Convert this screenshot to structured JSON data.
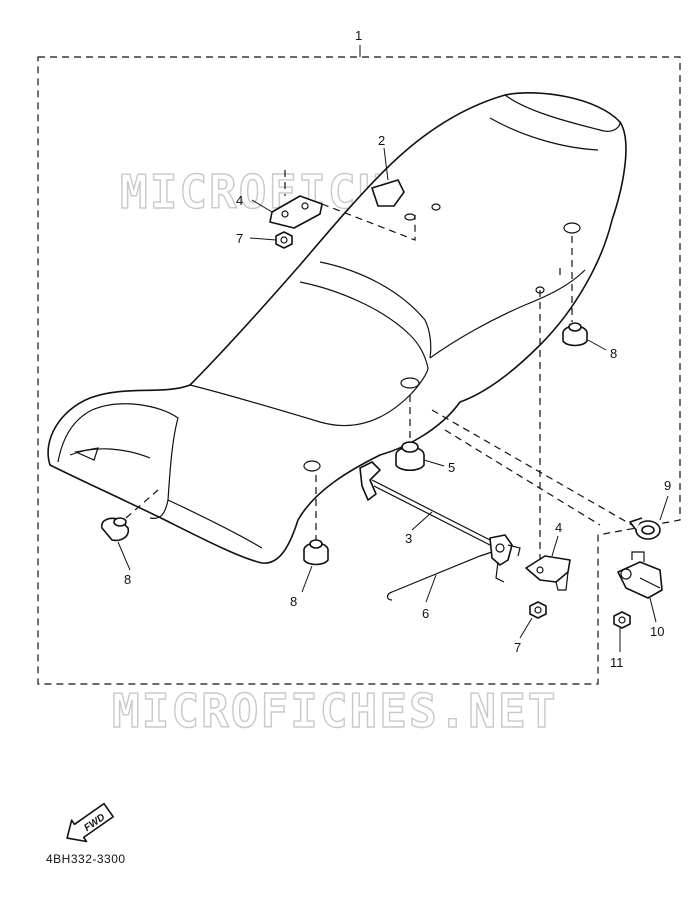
{
  "diagram": {
    "figure_code": "4BH332-3300",
    "watermark_text": "MICROFICHES.NET",
    "fwd_label": "FWD",
    "callouts": {
      "c1": "1",
      "c2": "2",
      "c3": "3",
      "c4a": "4",
      "c4b": "4",
      "c5": "5",
      "c6": "6",
      "c7a": "7",
      "c7b": "7",
      "c8a": "8",
      "c8b": "8",
      "c8c": "8",
      "c9": "9",
      "c10": "10",
      "c11": "11"
    },
    "colors": {
      "line": "#111111",
      "watermark": "#c9c9c9",
      "background": "#ffffff"
    }
  }
}
